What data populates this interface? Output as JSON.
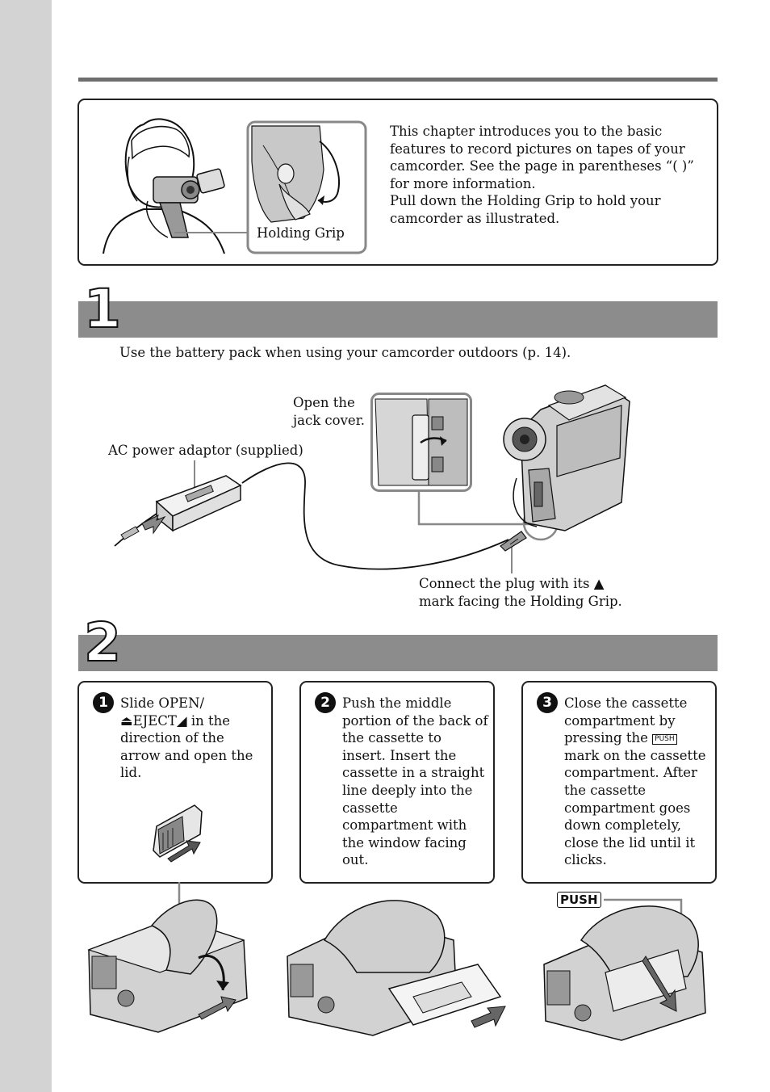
{
  "intro": {
    "paragraph1": "This chapter introduces you to the basic features to record pictures on tapes of your camcorder. See the page in parentheses “( )” for more information.",
    "paragraph2": "Pull down the Holding Grip to hold your camcorder as illustrated.",
    "holding_grip_label": "Holding Grip"
  },
  "section1": {
    "number": "1",
    "note": "Use the battery pack when using your camcorder outdoors (p. 14).",
    "jack_cover_label": "Open the jack cover.",
    "adaptor_label": "AC power adaptor (supplied)",
    "plug_label_line1": "Connect the plug with its ▲",
    "plug_label_line2": "mark facing the Holding Grip."
  },
  "section2": {
    "number": "2",
    "steps": [
      {
        "num": "1",
        "text": "Slide OPEN/ ⏏EJECT◢ in the direction of the arrow and open the lid."
      },
      {
        "num": "2",
        "text": "Push the middle portion of the back of the cassette to insert. Insert the cassette in a straight line deeply into the cassette compartment with the window facing out."
      },
      {
        "num": "3",
        "text_before": "Close the cassette compartment by pressing the",
        "push_mark": "PUSH",
        "text_after": "mark on the cassette compartment. After the cassette compartment goes down completely, close the lid until it clicks."
      }
    ],
    "push_label": "PUSH"
  }
}
